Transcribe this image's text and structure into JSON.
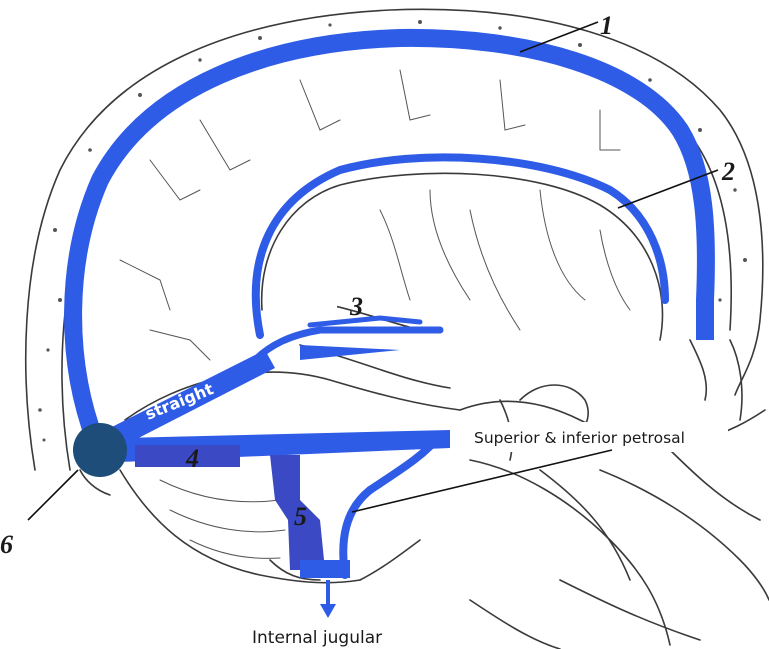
{
  "labels": {
    "n1": "1",
    "n2": "2",
    "n3": "3",
    "n4": "4",
    "n5": "5",
    "n6": "6",
    "straight": "straight",
    "petrosal": "Superior & inferior petrosal",
    "jugular": "Internal jugular"
  },
  "colors": {
    "sinus_blue": "#2f5ce6",
    "sinus_dark": "#3b49c4",
    "confluence": "#1d4d78",
    "outline": "#3a3a3a"
  }
}
